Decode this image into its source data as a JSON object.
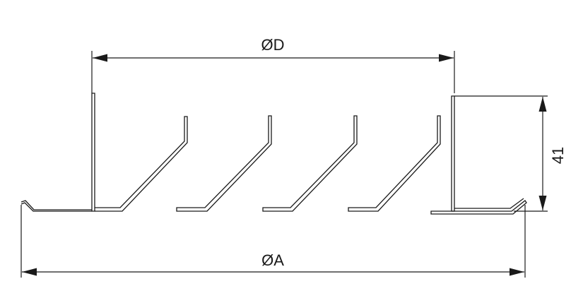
{
  "dimensions": {
    "inner_diameter_label": "ØD",
    "outer_diameter_label": "ØA",
    "height_label": "41"
  },
  "colors": {
    "line": "#1a1a1a",
    "background": "#ffffff"
  }
}
